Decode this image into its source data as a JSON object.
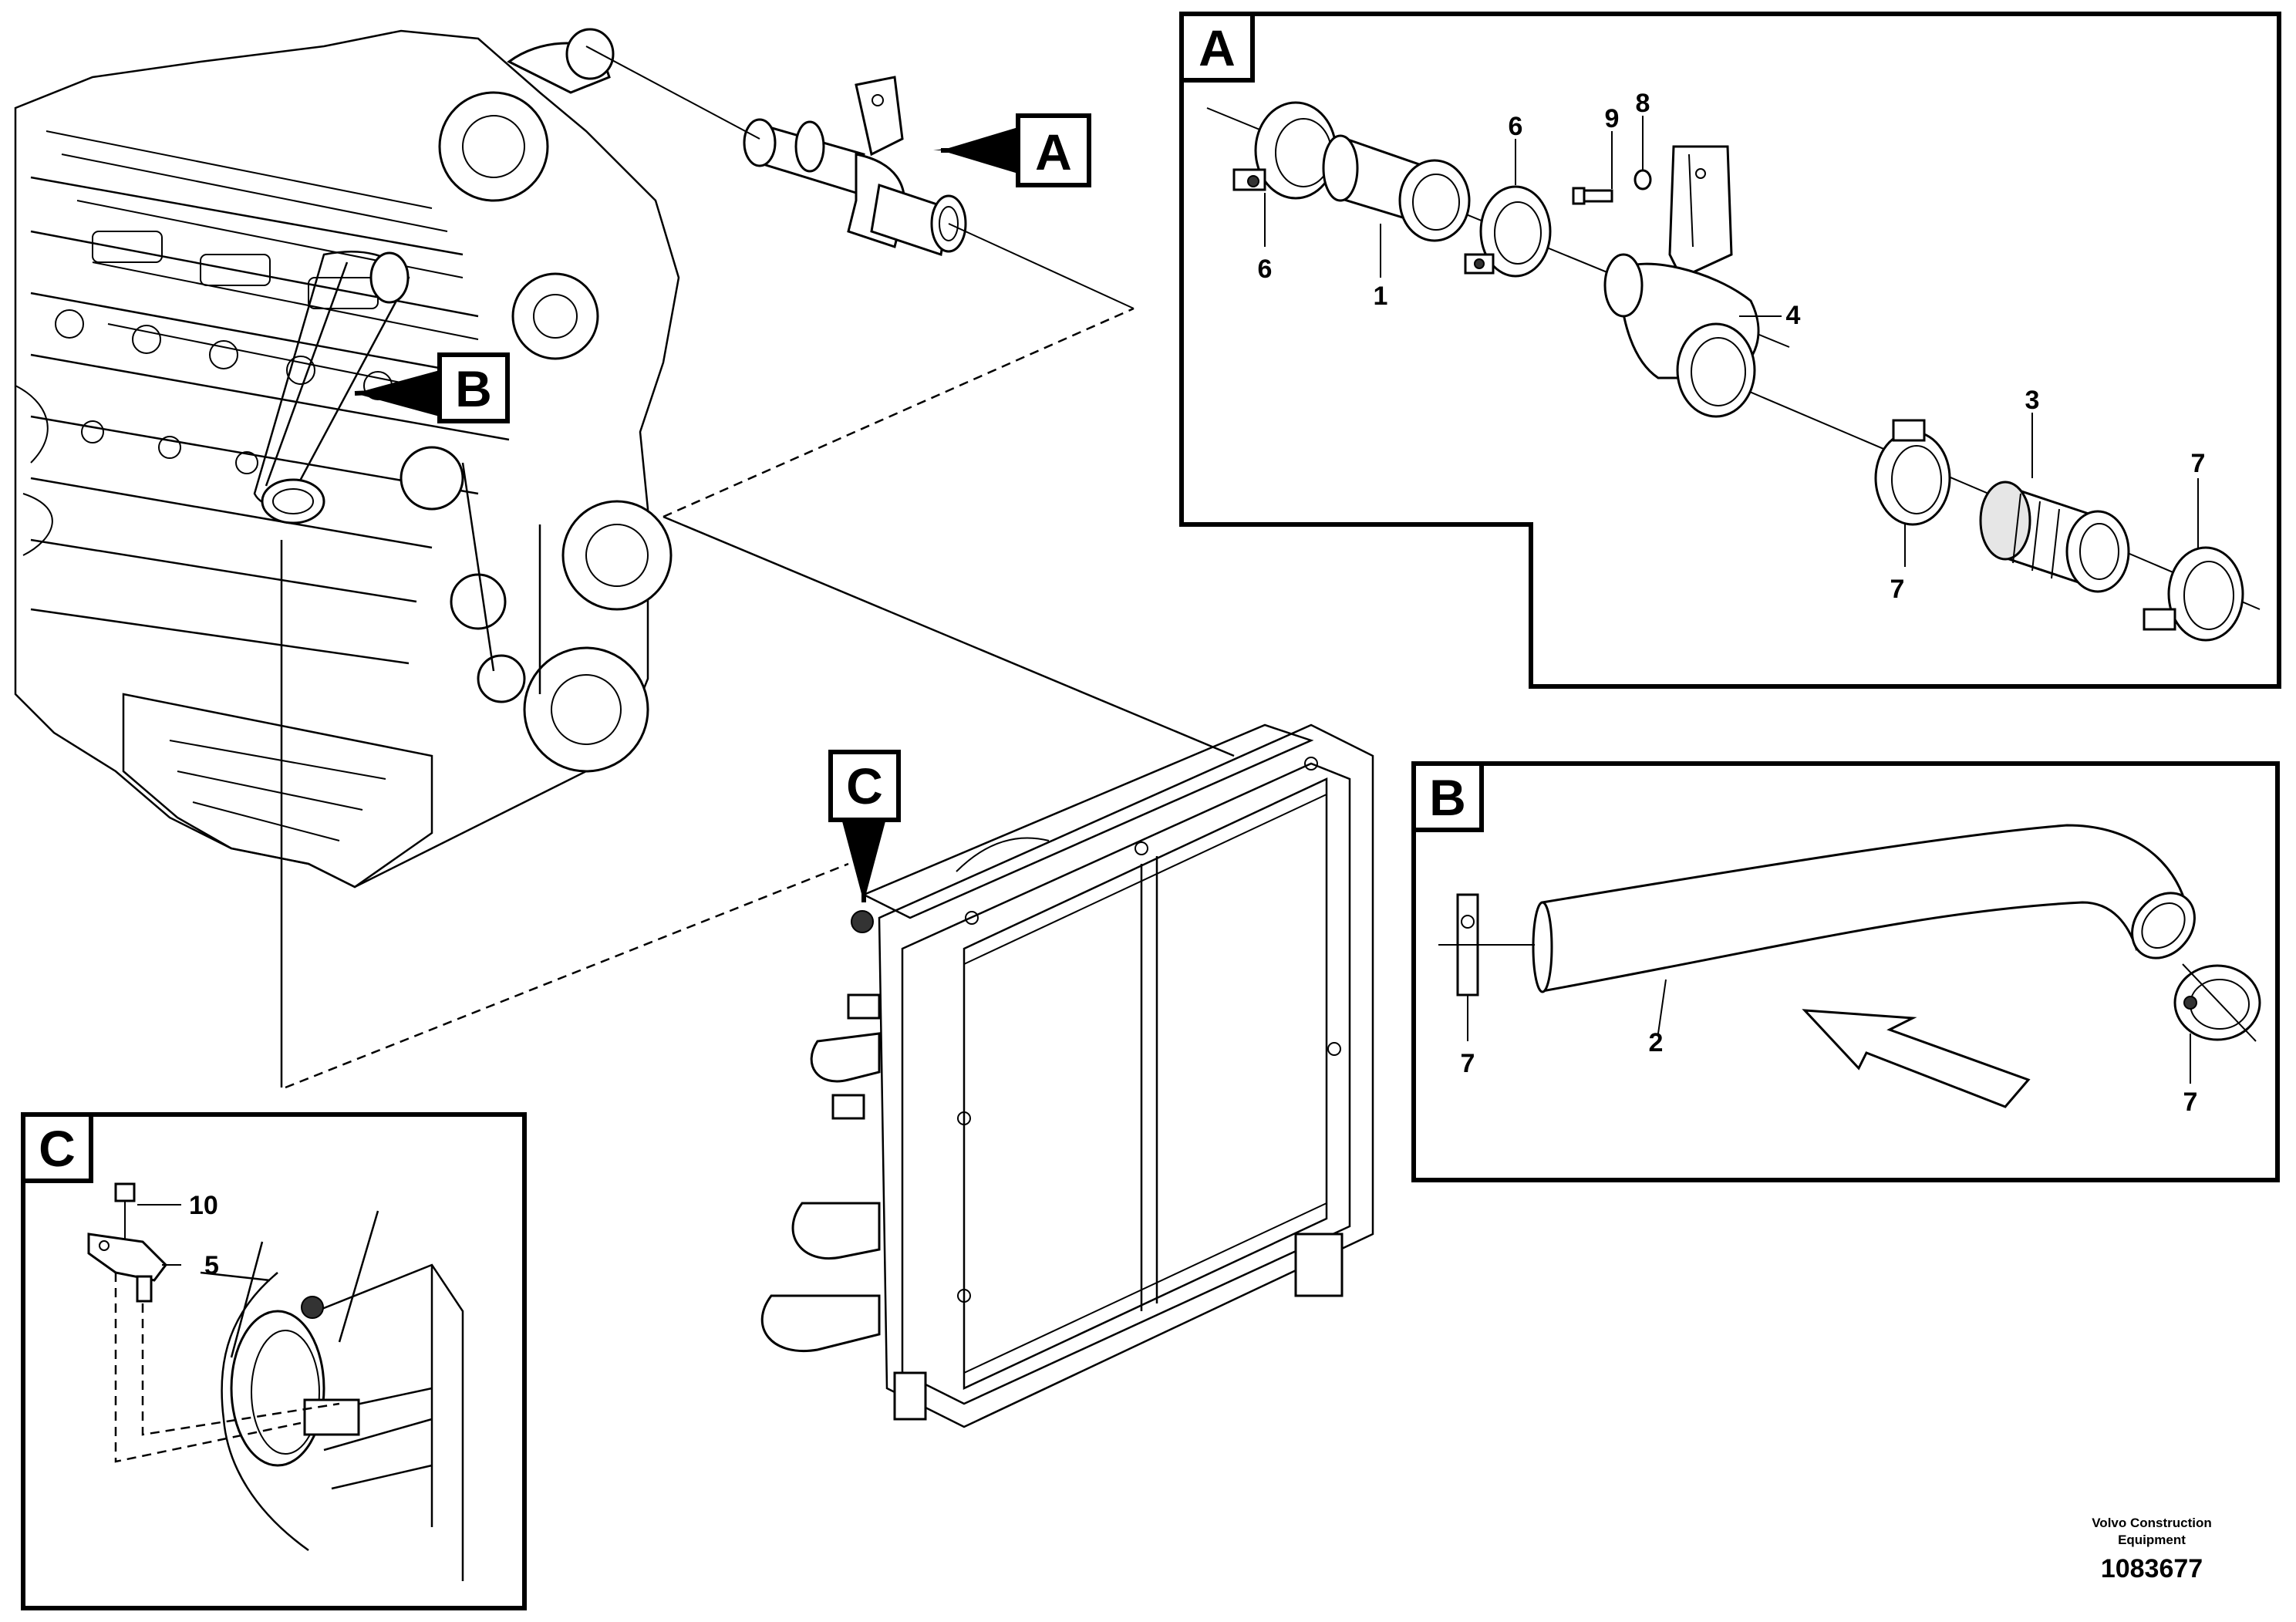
{
  "callouts": {
    "a": "A",
    "b": "B",
    "c": "C"
  },
  "panel_a": {
    "letter": "A",
    "parts": [
      "9",
      "8",
      "6",
      "6",
      "1",
      "4",
      "3",
      "7",
      "7"
    ]
  },
  "panel_b": {
    "letter": "B",
    "parts": [
      "7",
      "2",
      "7"
    ]
  },
  "panel_c": {
    "letter": "C",
    "parts": [
      "10",
      "5"
    ]
  },
  "footer": {
    "manufacturer_line1": "Volvo Construction",
    "manufacturer_line2": "Equipment",
    "document_number": "1083677"
  }
}
